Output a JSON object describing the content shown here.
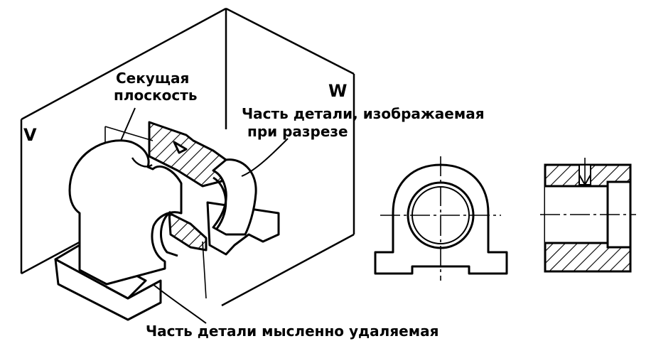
{
  "labels": {
    "plane_v": "V",
    "plane_w": "W",
    "cutting_plane_line1": "Секущая",
    "cutting_plane_line2": "плоскость",
    "shown_part_line1": "Часть детали, изображаемая",
    "shown_part_line2": "при разрезе",
    "removed_part": "Часть детали мысленно удаляемая"
  }
}
